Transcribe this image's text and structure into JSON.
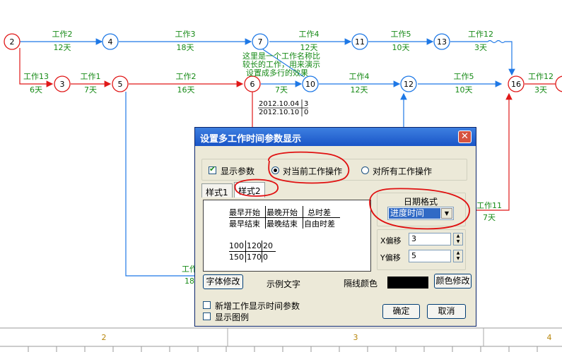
{
  "network": {
    "nodes": [
      "2",
      "4",
      "7",
      "11",
      "13",
      "3",
      "5",
      "6",
      "10",
      "12",
      "16"
    ],
    "arrows": [
      {
        "name": "工作2",
        "dur": "12天"
      },
      {
        "name": "工作3",
        "dur": "18天"
      },
      {
        "name": "工作4",
        "dur": "12天"
      },
      {
        "name": "工作5",
        "dur": "10天"
      },
      {
        "name": "工作12",
        "dur": "3天"
      },
      {
        "name": "工作13",
        "dur": "6天"
      },
      {
        "name": "工作1",
        "dur": "7天"
      },
      {
        "name": "工作2",
        "dur": "16天"
      },
      {
        "name": "",
        "dur": "7天"
      },
      {
        "name": "工作4",
        "dur": "12天"
      },
      {
        "name": "工作5",
        "dur": "10天"
      },
      {
        "name": "工作12",
        "dur": "3天"
      },
      {
        "name": "工作11",
        "dur": "7天"
      },
      {
        "name": "工作",
        "dur": "18"
      }
    ],
    "note_lines": [
      "这里是一个工作名称比",
      "较长的工作，用来演示",
      "设置成多行的效果"
    ],
    "date_lines": [
      "2012.10.04",
      "3",
      "2012.10.10",
      "0"
    ],
    "timeline": [
      "2",
      "3",
      "4"
    ]
  },
  "dialog": {
    "title": "设置多工作时间参数显示",
    "close_glyph": "✕",
    "show_params": {
      "label": "显示参数",
      "checked": true
    },
    "radio_current": {
      "label": "对当前工作操作",
      "selected": true
    },
    "radio_all": {
      "label": "对所有工作操作",
      "selected": false
    },
    "tabs": [
      "样式1",
      "样式2"
    ],
    "active_tab": "样式2",
    "preview": {
      "grid_row1": [
        "最早开始",
        "最晚开始",
        "总时差"
      ],
      "grid_row2": [
        "最早结束",
        "最晚结束",
        "自由时差"
      ],
      "num_row1": [
        "100",
        "120",
        "20"
      ],
      "num_row2": [
        "150",
        "170",
        "0"
      ]
    },
    "date_format_label": "日期格式",
    "date_format_value": "进度时间",
    "x_offset_label": "X偏移",
    "x_offset_value": "3",
    "y_offset_label": "Y偏移",
    "y_offset_value": "5",
    "font_button": "字体修改",
    "sample_text": "示例文字",
    "line_color_label": "隔线颜色",
    "line_color": "#000000",
    "color_button": "颜色修改",
    "add_time_params": {
      "label": "新增工作显示时间参数",
      "checked": false
    },
    "show_legend": {
      "label": "显示图例",
      "checked": false
    },
    "ok_button": "确定",
    "cancel_button": "取消"
  },
  "colors": {
    "blue": "#1e78e6",
    "red": "#e01818",
    "green": "#168a16",
    "annotation": "#e01010",
    "axis": "#b8860b"
  }
}
